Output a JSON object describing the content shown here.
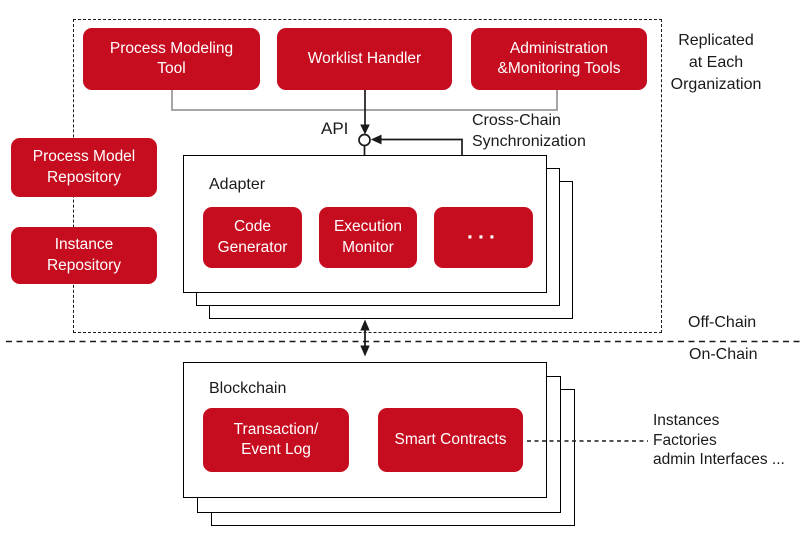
{
  "colors": {
    "red": "#c60c1f",
    "gray": "#a6a6a6",
    "black": "#1a1a1a"
  },
  "annotations": {
    "replicated_note": "Replicated\nat Each\nOrganization",
    "off_chain_label": "Off-Chain",
    "on_chain_label": "On-Chain",
    "api_label": "API",
    "cross_chain_label": "Cross-Chain\nSynchronization",
    "blockchain_note": "Instances\nFactories\nadmin Interfaces ..."
  },
  "top_row": {
    "boxes": [
      {
        "label": "Process Modeling\nTool"
      },
      {
        "label": "Worklist Handler"
      },
      {
        "label": "Administration\n&Monitoring Tools"
      }
    ]
  },
  "left_column": {
    "boxes": [
      {
        "label": "Process Model\nRepository"
      },
      {
        "label": "Instance\nRepository"
      }
    ]
  },
  "adapter": {
    "title": "Adapter",
    "boxes": [
      {
        "label": "Code\nGenerator"
      },
      {
        "label": "Execution\nMonitor"
      },
      {
        "label": "···"
      }
    ]
  },
  "blockchain": {
    "title": "Blockchain",
    "boxes": [
      {
        "label": "Transaction/\nEvent Log"
      },
      {
        "label": "Smart Contracts"
      }
    ]
  }
}
